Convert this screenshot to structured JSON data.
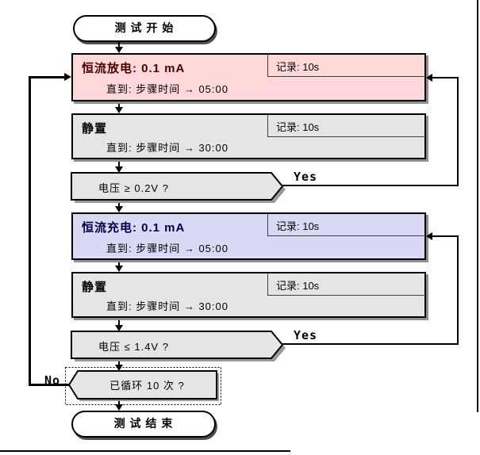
{
  "flow": {
    "start_label": "测 试 开 始",
    "end_label": "测 试 结 束",
    "discharge": {
      "title": "恒流放电: 0.1 mA",
      "record": "记录: 10s",
      "until": "直到: 步骤时间 → 05:00"
    },
    "rest1": {
      "title": "静置",
      "record": "记录: 10s",
      "until": "直到: 步骤时间 → 30:00"
    },
    "decision1": {
      "label": "电压 ≥ 0.2V ?",
      "branch_label": "Yes"
    },
    "charge": {
      "title": "恒流充电: 0.1 mA",
      "record": "记录: 10s",
      "until": "直到: 步骤时间 → 05:00"
    },
    "rest2": {
      "title": "静置",
      "record": "记录: 10s",
      "until": "直到: 步骤时间 → 30:00"
    },
    "decision2": {
      "label": "电压 ≤ 1.4V ?",
      "branch_label": "Yes"
    },
    "cycle_check": {
      "label": "已循环 10 次 ?",
      "branch_label": "No"
    }
  },
  "colors": {
    "discharge_fill": "#ffd9d9",
    "charge_fill": "#d9d9f5",
    "rest_fill": "#e5e5e5",
    "decision_fill": "#e5e5e5",
    "discharge_title_color": "#4a0000",
    "charge_title_color": "#000042",
    "box_shadow": "#909090",
    "line_color": "#000000"
  }
}
